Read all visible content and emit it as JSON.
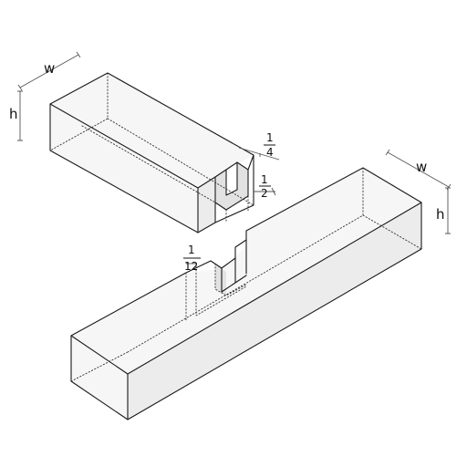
{
  "labels": {
    "upper_width": "w",
    "upper_height": "h",
    "lower_width": "w",
    "lower_height": "h"
  },
  "fractions": {
    "quarter": {
      "num": "1",
      "den": "4"
    },
    "half": {
      "num": "1",
      "den": "2"
    },
    "twelfth": {
      "num": "1",
      "den": "12"
    }
  }
}
